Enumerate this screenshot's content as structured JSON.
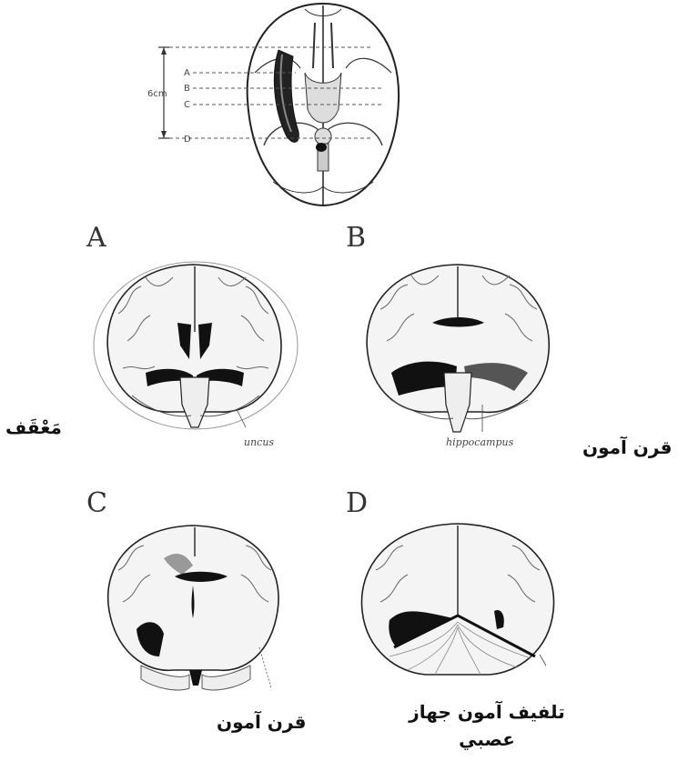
{
  "top_view": {
    "scale_label": "6cm",
    "markers": [
      "A",
      "B",
      "C",
      "D"
    ]
  },
  "panels": [
    {
      "letter": "A",
      "caption": "uncus"
    },
    {
      "letter": "B",
      "caption": "hippocampus"
    },
    {
      "letter": "C",
      "caption": ""
    },
    {
      "letter": "D",
      "caption": ""
    }
  ],
  "arabic_labels": {
    "left_middle": "مَعْقَف",
    "right_middle": "قرن آمون",
    "bottom_left": "قرن آمون",
    "bottom_right": "تلفيف آمون جهاز عصبي"
  }
}
